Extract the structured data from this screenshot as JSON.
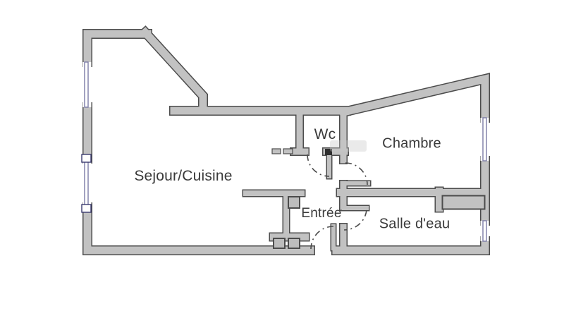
{
  "floor_plan": {
    "rooms": {
      "sejour_cuisine": {
        "label": "Sejour/Cuisine"
      },
      "wc": {
        "label": "Wc"
      },
      "chambre": {
        "label": "Chambre"
      },
      "entree": {
        "label": "Entrée"
      },
      "salle_deau": {
        "label": "Salle d'eau"
      }
    },
    "colors": {
      "wall_fill": "#c2c2c2",
      "wall_outline": "#4c4c4c",
      "window_glass": "#7b7ba6",
      "window_frame": "#3a3a6e",
      "door_arc": "#4a4a4a",
      "label_text": "#3a3a3a",
      "background": "#ffffff"
    },
    "elements": {
      "doors": [
        "wc-door",
        "chambre-door",
        "salle-deau-door",
        "entrance-door"
      ],
      "windows": [
        "left-upper-window",
        "left-lower-window",
        "right-upper-window",
        "right-lower-window"
      ],
      "fixtures": [
        "built-in-closet",
        "kitchen-duct-1",
        "kitchen-duct-2",
        "kitchen-duct-3"
      ]
    }
  }
}
